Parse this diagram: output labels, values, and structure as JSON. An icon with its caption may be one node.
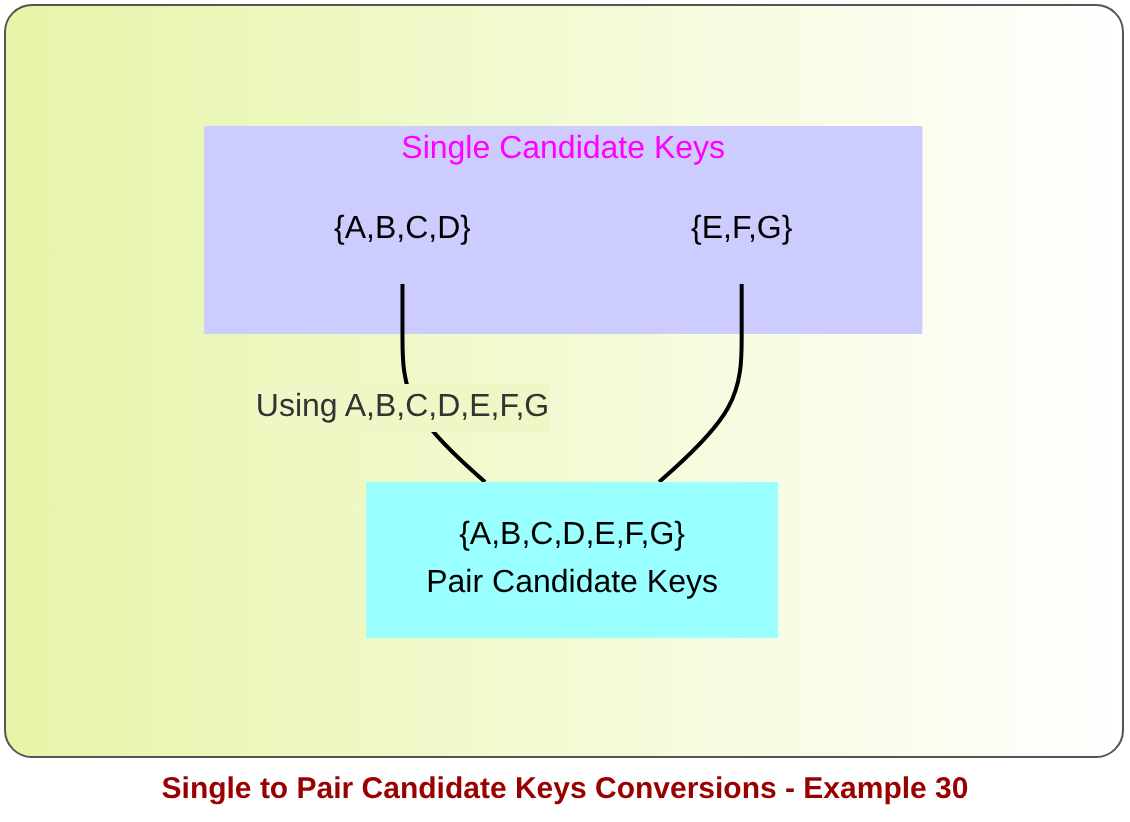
{
  "diagram": {
    "caption": "Single to Pair Candidate Keys Conversions - Example 30",
    "nodes": [
      {
        "text": [
          "Single Candidate Keys"
        ]
      },
      {
        "text": [
          "{A,B,C,D}"
        ],
        "in": 0
      },
      {
        "text": [
          "{E,F,G}"
        ],
        "in": 0
      },
      {
        "text": [
          "{A,B,C,D,E,F,G}",
          "Pair Candidate Keys"
        ]
      }
    ],
    "edges": [
      {
        "from": 1,
        "to": 3,
        "arrow": "none",
        "label": "Using A,B,C,D,E,F,G"
      },
      {
        "from": 2,
        "to": 3,
        "arrow": "none"
      }
    ]
  }
}
